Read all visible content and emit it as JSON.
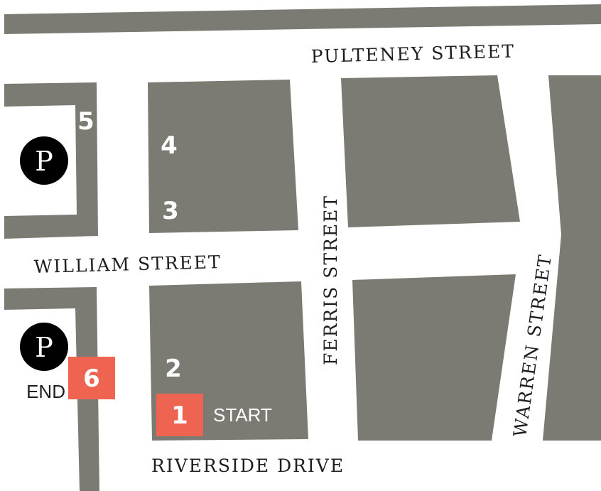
{
  "streets": {
    "pulteney": "PULTENEY STREET",
    "william": "WILLIAM STREET",
    "ferris": "FERRIS STREET",
    "warren": "WARREN STREET",
    "riverside": "RIVERSIDE DRIVE"
  },
  "stops": [
    {
      "number": "1",
      "label": "START"
    },
    {
      "number": "2"
    },
    {
      "number": "3"
    },
    {
      "number": "4"
    },
    {
      "number": "5"
    },
    {
      "number": "6",
      "label": "END"
    }
  ],
  "parking": [
    {
      "symbol": "P",
      "icon": "parking-icon"
    },
    {
      "symbol": "P",
      "icon": "parking-icon"
    }
  ],
  "colors": {
    "block": "#7c7b73",
    "road": "#ffffff",
    "marker": "#ef6450",
    "parking": "#000000",
    "text": "#1e1e1e"
  }
}
